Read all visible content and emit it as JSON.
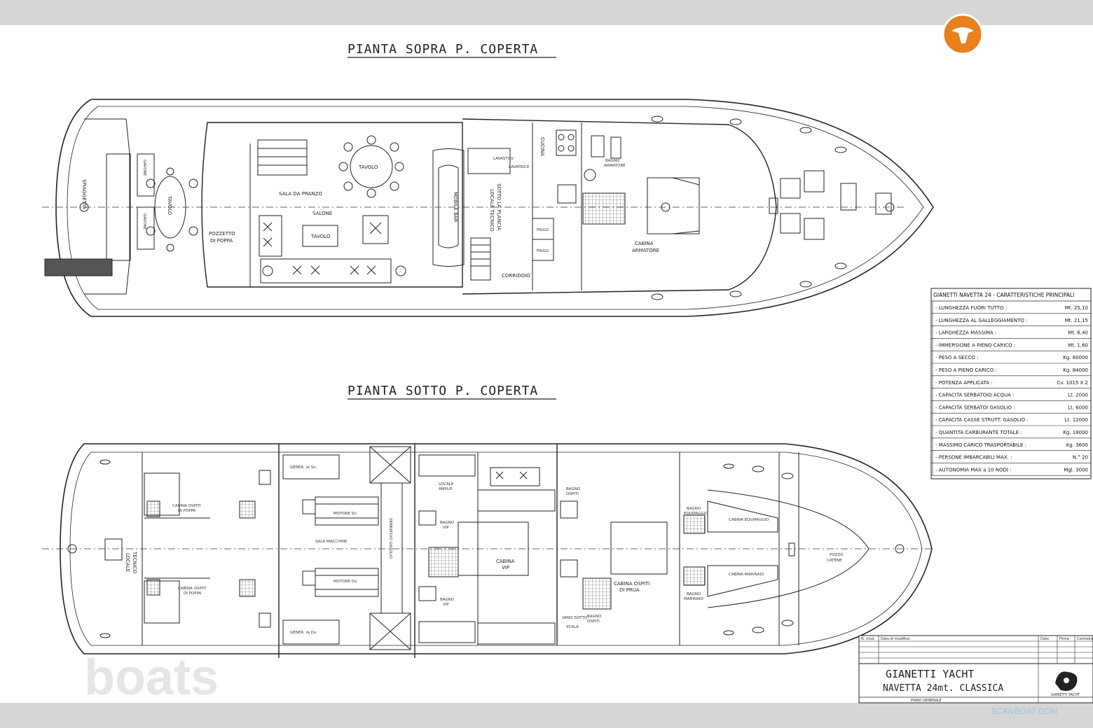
{
  "titles": {
    "upper": "PIANTA SOPRA P. COPERTA",
    "lower": "PIANTA SOTTO P. COPERTA"
  },
  "upper_deck": {
    "spiaggetta": "SPIAGGETTA",
    "gavone_1": "GAVONE",
    "gavone_2": "GAVONE",
    "tavolo_poppa": "TAVOLO",
    "pozzetto_1": "POZZETTO",
    "pozzetto_2": "DI POPPA",
    "tavolo_pranzo": "TAVOLO",
    "sala_pranzo": "SALA DA PRANZO",
    "salone": "SALONE",
    "tavolo_salone": "TAVOLO",
    "mobile_bar": "MOBILE BAR",
    "locale_tecnico_1": "LOCALE TECNICO",
    "locale_tecnico_2": "SOTTO LA PLANCIA",
    "lavastoviglie": "LAVASTOV.",
    "lavatrice": "LAVATRICE",
    "cucina": "CUCINA",
    "frigo_1": "FRIGO",
    "frigo_2": "FRIGO",
    "corridoio": "CORRIDOIO",
    "bagno_armatore_1": "BAGNO",
    "bagno_armatore_2": "ARMATORE",
    "cabina_armatore_1": "CABINA",
    "cabina_armatore_2": "ARMATORE"
  },
  "lower_deck": {
    "locale_tecnico_1": "LOCALE",
    "locale_tecnico_2": "TECNICO",
    "cabina_ospiti_poppa_a1": "CABINA OSPITI",
    "cabina_ospiti_poppa_a2": "DI POPPA",
    "cabina_ospiti_poppa_b1": "CABINA OSPITI",
    "cabina_ospiti_poppa_b2": "DI POPPA",
    "gener_sn": "GENER. re Sn.",
    "gener_dx": "GENER. re Dx.",
    "motore_sn": "MOTORE Sn.",
    "motore_dx": "MOTORE Dx.",
    "sala_macchine": "SALA MACCHINE",
    "serbatoio": "SERBATOIO GASOLIO",
    "locale_amp_1": "LOCALE",
    "locale_amp_2": "AMPLIF.",
    "bagno_vip_1": "BAGNO",
    "bagno_vip_2": "VIP",
    "bagno_vip_3": "BAGNO",
    "bagno_vip_4": "VIP",
    "cabina_vip_1": "CABINA",
    "cabina_vip_2": "VIP",
    "bagno_ospiti_1": "BAGNO",
    "bagno_ospiti_2": "OSPITI",
    "bagno_ospiti_3": "BAGNO",
    "bagno_ospiti_4": "OSPITI",
    "vano_sotto_1": "VANO SOTTO",
    "vano_sotto_2": "SCALA",
    "cabina_ospiti_prua_1": "CABINA OSPITI",
    "cabina_ospiti_prua_2": "DI PRUA",
    "bagno_equip_1": "BAGNO",
    "bagno_equip_2": "EQUIPAGGIO",
    "bagno_equip_3": "BAGNO",
    "bagno_equip_4": "MARINAIO",
    "cabina_equip_1": "CABINA EQUIPAGGIO",
    "cabina_equip_2": "CABINA MARINAIO",
    "pozzo_1": "POZZO",
    "pozzo_2": "CATENE"
  },
  "spec_table": {
    "title": "GIANETTI NAVETTA 24 - CARATTERISTICHE PRINCIPALI",
    "rows": [
      {
        "label": "- LUNGHEZZA FUORI TUTTO :",
        "value": "Mt. 25,10"
      },
      {
        "label": "- LUNGHEZZA AL GALLEGGIAMENTO :",
        "value": "Mt. 21,15"
      },
      {
        "label": "- LARGHEZZA MASSIMA :",
        "value": "Mt. 6,40"
      },
      {
        "label": "- IMMERSIONE A PIENO CARICO :",
        "value": "Mt. 1,60"
      },
      {
        "label": "- PESO A SECCO :",
        "value": "Kg. 60000"
      },
      {
        "label": "- PESO A PIENO CARICO :",
        "value": "Kg. 84000"
      },
      {
        "label": "- POTENZA APPLICATA :",
        "value": "Cv. 1015 X 2"
      },
      {
        "label": "- CAPACITA SERBATOIO ACQUA :",
        "value": "Lt. 2000"
      },
      {
        "label": "- CAPACITA SERBATOI GASOLIO :",
        "value": "Lt. 6000"
      },
      {
        "label": "- CAPACITA CASSE STRUTT. GASOLIO :",
        "value": "Lt. 12000"
      },
      {
        "label": "- QUANTITA CARBURANTE TOTALE :",
        "value": "Kg. 18000"
      },
      {
        "label": "- MASSIMO CARICO TRASPORTABILE :",
        "value": "Kg. 3600"
      },
      {
        "label": "- PERSONE IMBARCABILI MAX. :",
        "value": "N.° 20"
      },
      {
        "label": "- AUTONOMIA MAX a 10 NODI :",
        "value": "Mgl. 3000"
      }
    ]
  },
  "title_block": {
    "h1": "N. mod.",
    "h2": "Data di modifica",
    "h3": "Data",
    "h4": "Firma",
    "h5": "Controllo",
    "line1": "GIANETTI YACHT",
    "line2": "NAVETTA 24mt. CLASSICA",
    "line3": "PIANO GENERALE",
    "logo_text": "GIANETTI YACHT"
  },
  "watermark": {
    "text": "boats",
    "site": "SCANBOAT.COM"
  },
  "colors": {
    "logo_orange": "#e8801e",
    "line": "#222222",
    "background": "#ffffff"
  }
}
